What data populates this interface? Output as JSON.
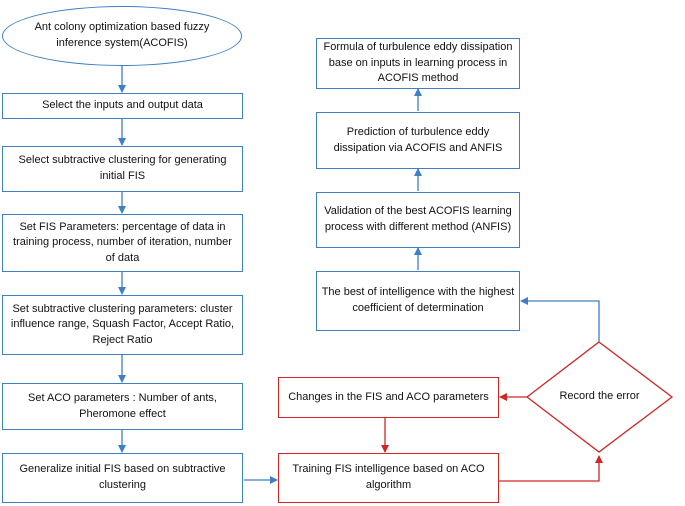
{
  "start": "Ant colony optimization based fuzzy inference system(ACOFIS)",
  "steps": {
    "select_inputs": "Select the inputs and output data",
    "select_subtractive": "Select subtractive clustering for generating initial FIS",
    "set_fis_params": "Set FIS Parameters: percentage of data in training process, number of iteration, number of data",
    "set_subtractive_params": "Set subtractive clustering parameters: cluster influence range, Squash Factor, Accept Ratio, Reject Ratio",
    "set_aco_params": "Set ACO parameters : Number of ants, Pheromone effect",
    "generalize_fis": "Generalize initial FIS based on subtractive clustering",
    "training": "Training FIS intelligence based on ACO algorithm",
    "changes": "Changes in the FIS and ACO parameters",
    "record_error": "Record the error",
    "best_intelligence": "The best of intelligence with the highest coefficient of determination",
    "validation": "Validation of the best ACOFIS learning process with different method (ANFIS)",
    "prediction": "Prediction of turbulence eddy dissipation via ACOFIS and ANFIS",
    "formula": "Formula of turbulence eddy dissipation base on inputs in learning process in ACOFIS method"
  },
  "colors": {
    "blue": "#3f7fc4",
    "red": "#d02626"
  }
}
